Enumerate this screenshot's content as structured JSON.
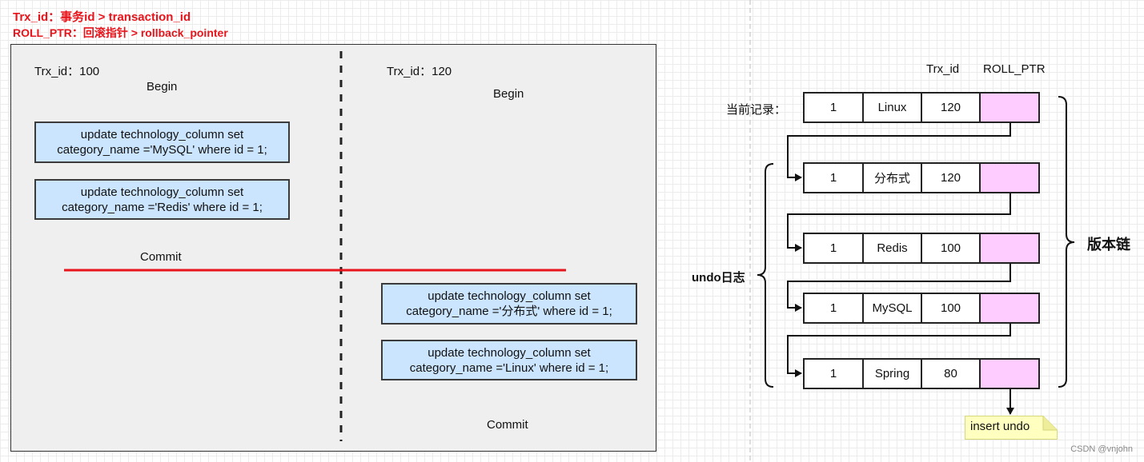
{
  "legend": {
    "line1": "Trx_id：事务id > transaction_id",
    "line2": "ROLL_PTR：回滚指针 > rollback_pointer"
  },
  "tx1": {
    "trx_id": "Trx_id：100",
    "begin": "Begin",
    "stmt1": [
      "update technology_column set",
      "category_name ='MySQL' where id = 1;"
    ],
    "stmt2": [
      "update technology_column set",
      "category_name ='Redis' where id = 1;"
    ],
    "commit": "Commit"
  },
  "tx2": {
    "trx_id": "Trx_id：120",
    "begin": "Begin",
    "stmt1": [
      "update technology_column set",
      "category_name ='分布式' where id = 1;"
    ],
    "stmt2": [
      "update technology_column set",
      "category_name ='Linux' where id = 1;"
    ],
    "commit": "Commit"
  },
  "chain": {
    "header_trx": "Trx_id",
    "header_ptr": "ROLL_PTR",
    "current_label": "当前记录：",
    "undo_label": "undo日志",
    "version_chain_label": "版本链",
    "insert_undo": "insert undo",
    "rows": [
      {
        "id": "1",
        "value": "Linux",
        "trx": "120"
      },
      {
        "id": "1",
        "value": "分布式",
        "trx": "120"
      },
      {
        "id": "1",
        "value": "Redis",
        "trx": "100"
      },
      {
        "id": "1",
        "value": "MySQL",
        "trx": "100"
      },
      {
        "id": "1",
        "value": "Spring",
        "trx": "80"
      }
    ]
  },
  "watermark": "CSDN @vnjohn",
  "colors": {
    "accent_red": "#e8141b",
    "sql_box": "#cce5ff",
    "roll_ptr_cell": "#ffccff",
    "note": "#ffffc0"
  }
}
